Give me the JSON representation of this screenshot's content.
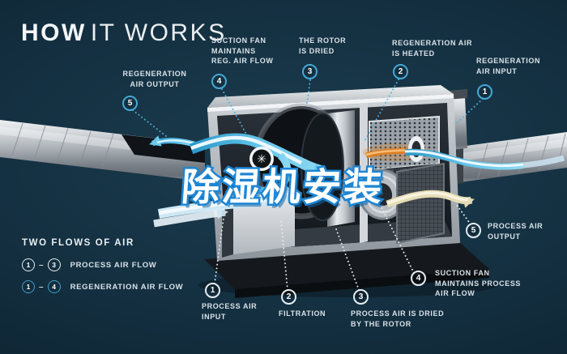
{
  "title": {
    "strong": "HOW",
    "light": "IT WORKS"
  },
  "watermark": {
    "text": "除湿机安装"
  },
  "icons": {
    "fan_glyph": "✳"
  },
  "colors": {
    "background": "#132E3E",
    "accent_blue": "#45A9D5",
    "process_white": "#E9EFF2",
    "heater_orange": "#DD8126",
    "output_cream": "#E5DCB4",
    "watermark_outline": "#1E86D4"
  },
  "callouts": {
    "top5": {
      "number": "5",
      "lines": [
        "REGENERATION",
        "AIR OUTPUT"
      ]
    },
    "top4": {
      "number": "4",
      "lines": [
        "SUCTION FAN",
        "MAINTAINS",
        "REG. AIR FLOW"
      ]
    },
    "top3": {
      "number": "3",
      "lines": [
        "THE ROTOR",
        "IS DRIED"
      ]
    },
    "top2": {
      "number": "2",
      "lines": [
        "REGENERATION AIR",
        "IS HEATED"
      ]
    },
    "top1": {
      "number": "1",
      "lines": [
        "REGENERATION",
        "AIR INPUT"
      ]
    },
    "right5": {
      "number": "5",
      "lines": [
        "PROCESS AIR",
        "OUTPUT"
      ]
    },
    "bot1": {
      "number": "1",
      "lines": [
        "PROCESS AIR",
        "INPUT"
      ]
    },
    "bot2": {
      "number": "2",
      "lines": [
        "FILTRATION"
      ]
    },
    "bot3": {
      "number": "3",
      "lines": [
        "PROCESS AIR IS DRIED",
        "BY THE ROTOR"
      ]
    },
    "bot4": {
      "number": "4",
      "lines": [
        "SUCTION FAN",
        "MAINTAINS PROCESS",
        "AIR FLOW"
      ]
    }
  },
  "legend": {
    "heading": "TWO FLOWS OF AIR",
    "dash": "–",
    "rows": [
      {
        "from": "1",
        "to": "3",
        "label": "PROCESS AIR FLOW"
      },
      {
        "from": "1",
        "to": "4",
        "label": "REGENERATION AIR FLOW"
      }
    ]
  }
}
